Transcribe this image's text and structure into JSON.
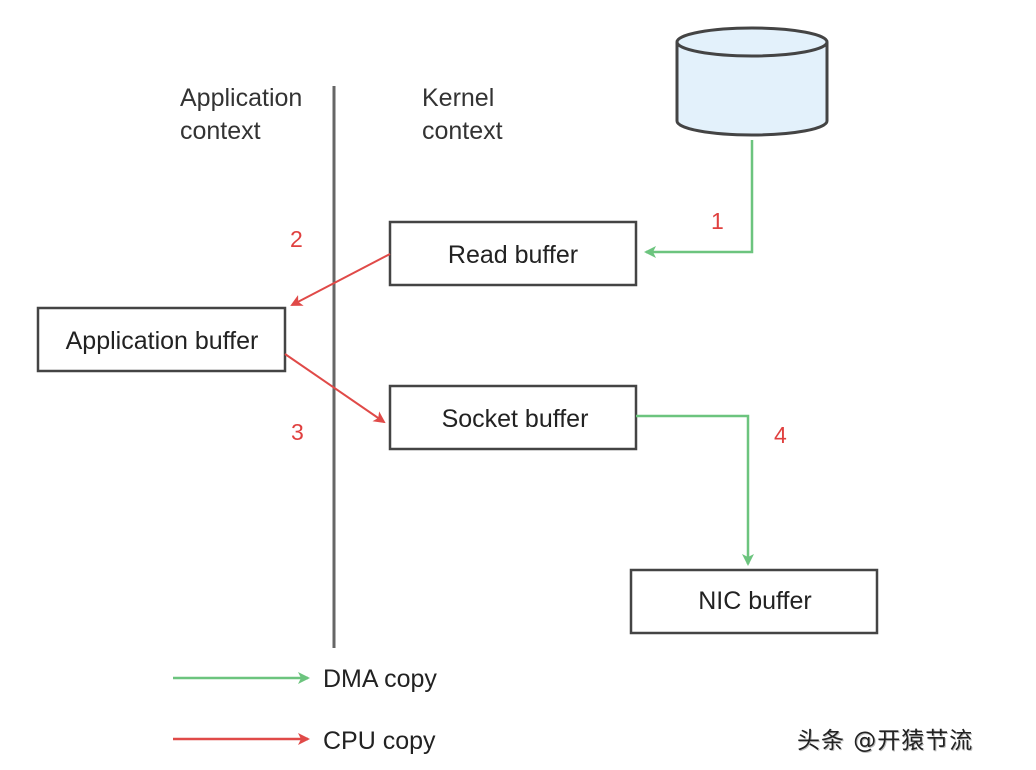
{
  "contexts": {
    "application": [
      "Application",
      "context"
    ],
    "kernel": [
      "Kernel",
      "context"
    ]
  },
  "boxes": {
    "read_buffer": "Read buffer",
    "application_buffer": "Application buffer",
    "socket_buffer": "Socket buffer",
    "nic_buffer": "NIC buffer"
  },
  "steps": {
    "step1": "1",
    "step2": "2",
    "step3": "3",
    "step4": "4"
  },
  "legend": {
    "dma": "DMA copy",
    "cpu": "CPU copy"
  },
  "colors": {
    "dma": "#6cc47e",
    "cpu": "#e04a48",
    "disk_fill": "#e3f1fb",
    "stroke": "#444444"
  },
  "watermark": "头条 @开猿节流"
}
